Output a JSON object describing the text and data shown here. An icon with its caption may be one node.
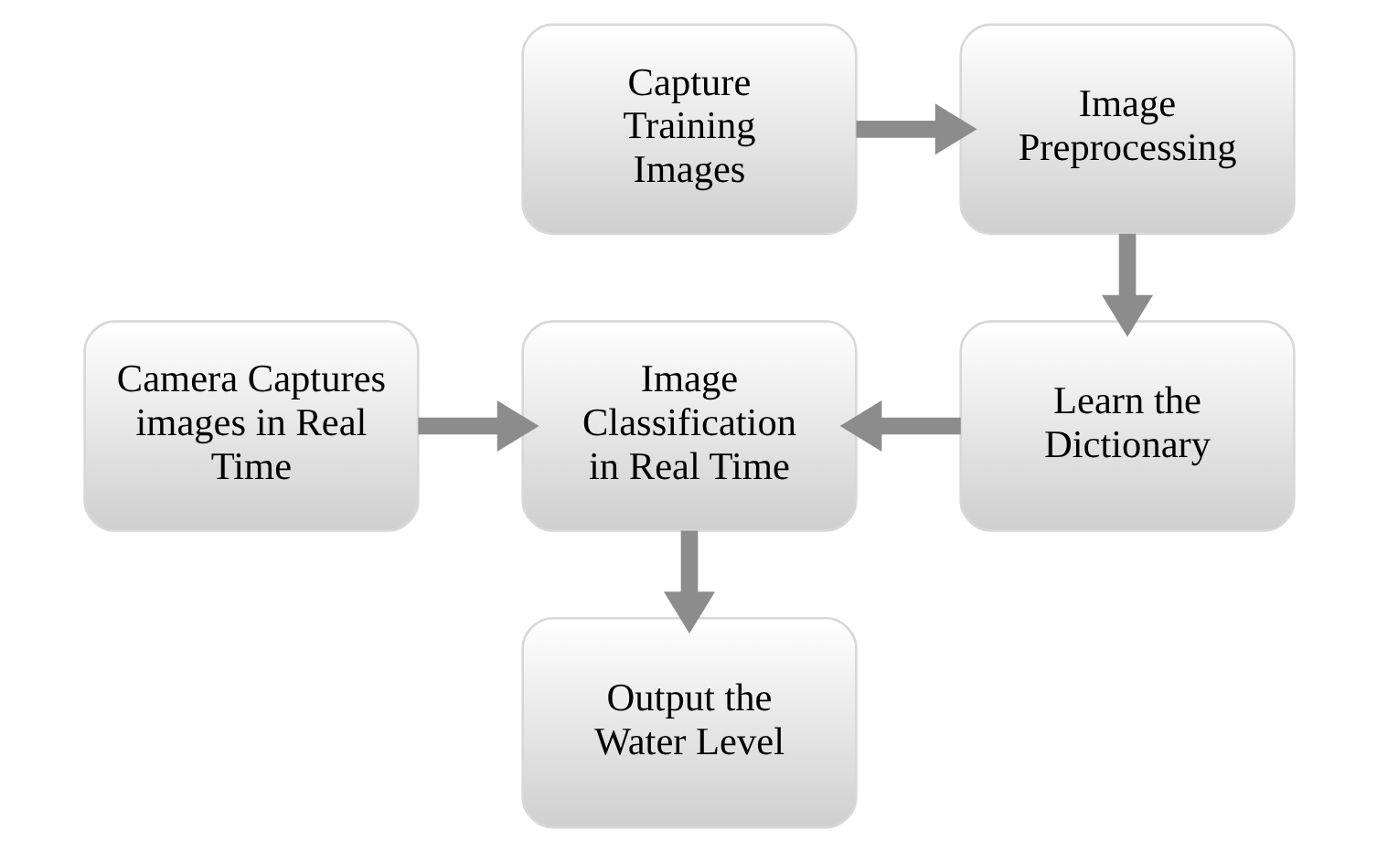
{
  "diagram": {
    "nodes": [
      {
        "text": [
          "Capture Training Images"
        ]
      },
      {
        "text": [
          "Image Preprocessing"
        ]
      },
      {
        "text": [
          "Learn the Dictionary"
        ]
      },
      {
        "text": [
          "Camera Captures images in Real Time"
        ]
      },
      {
        "text": [
          "Image Classification in Real Time"
        ]
      },
      {
        "text": [
          "Output the Water Level"
        ]
      }
    ],
    "edges": [
      {
        "from": 0,
        "to": 1,
        "arrow": "to"
      },
      {
        "from": 1,
        "to": 2,
        "arrow": "to"
      },
      {
        "from": 2,
        "to": 4,
        "arrow": "to"
      },
      {
        "from": 3,
        "to": 4,
        "arrow": "to"
      },
      {
        "from": 4,
        "to": 5,
        "arrow": "to"
      }
    ]
  }
}
